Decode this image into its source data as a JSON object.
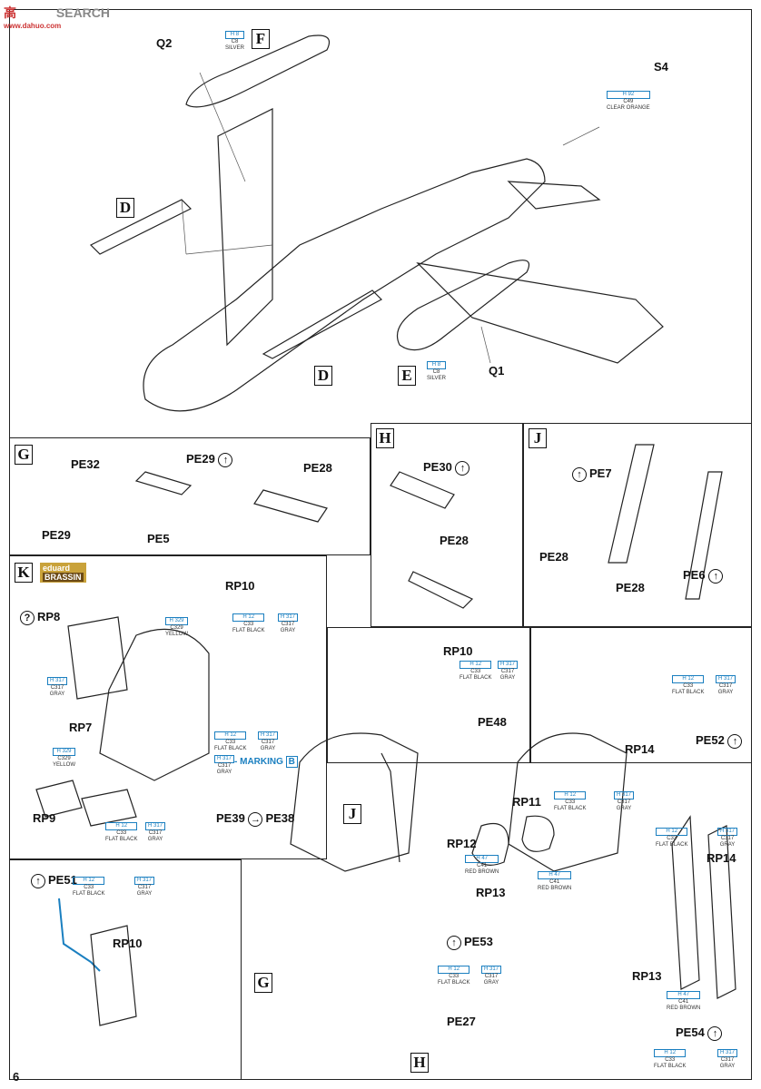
{
  "watermark": {
    "title": "SEARCH",
    "logo_text": "高",
    "sub": "www.dahuo.com"
  },
  "page_number": "6",
  "sections": {
    "F": "F",
    "D_top": "D",
    "D_bottom": "D",
    "E": "E",
    "G": "G",
    "H": "H",
    "J": "J",
    "K": "K",
    "J_small": "J",
    "G_small": "G",
    "H_small": "H"
  },
  "parts": {
    "Q2": "Q2",
    "S4": "S4",
    "Q1": "Q1",
    "PE32": "PE32",
    "PE29a": "PE29",
    "PE29b": "PE29",
    "PE5": "PE5",
    "PE28a": "PE28",
    "PE30": "PE30",
    "PE28b": "PE28",
    "PE7": "PE7",
    "PE28c": "PE28",
    "PE28d": "PE28",
    "PE6": "PE6",
    "RP10a": "RP10",
    "RP8": "RP8",
    "RP7": "RP7",
    "RP9": "RP9",
    "PE39": "PE39",
    "PE38": "PE38",
    "RP10b": "RP10",
    "PE48": "PE48",
    "PE52": "PE52",
    "RP14a": "RP14",
    "PE51": "PE51",
    "RP10c": "RP10",
    "RP11": "RP11",
    "RP12": "RP12",
    "RP13a": "RP13",
    "PE53": "PE53",
    "PE27": "PE27",
    "RP13b": "RP13",
    "PE54": "PE54",
    "RP14b": "RP14"
  },
  "paints": {
    "silver": {
      "h": "H 8",
      "c": "C8",
      "name": "SILVER"
    },
    "clear_orange": {
      "h": "H 92",
      "c": "C49",
      "name": "CLEAR ORANGE"
    },
    "flat_black": {
      "h": "H 12",
      "c": "C33",
      "name": "FLAT BLACK"
    },
    "gray": {
      "h": "H 317",
      "c": "C317",
      "name": "GRAY"
    },
    "yellow": {
      "h": "H 329",
      "c": "C329",
      "name": "YELLOW"
    },
    "red_brown": {
      "h": "H 47",
      "c": "C41",
      "name": "RED BROWN"
    }
  },
  "marking_label": "- MARKING",
  "marking_letter": "B",
  "brassin": {
    "top": "eduard",
    "bottom": "BRASSIN"
  },
  "question_mark": "?"
}
